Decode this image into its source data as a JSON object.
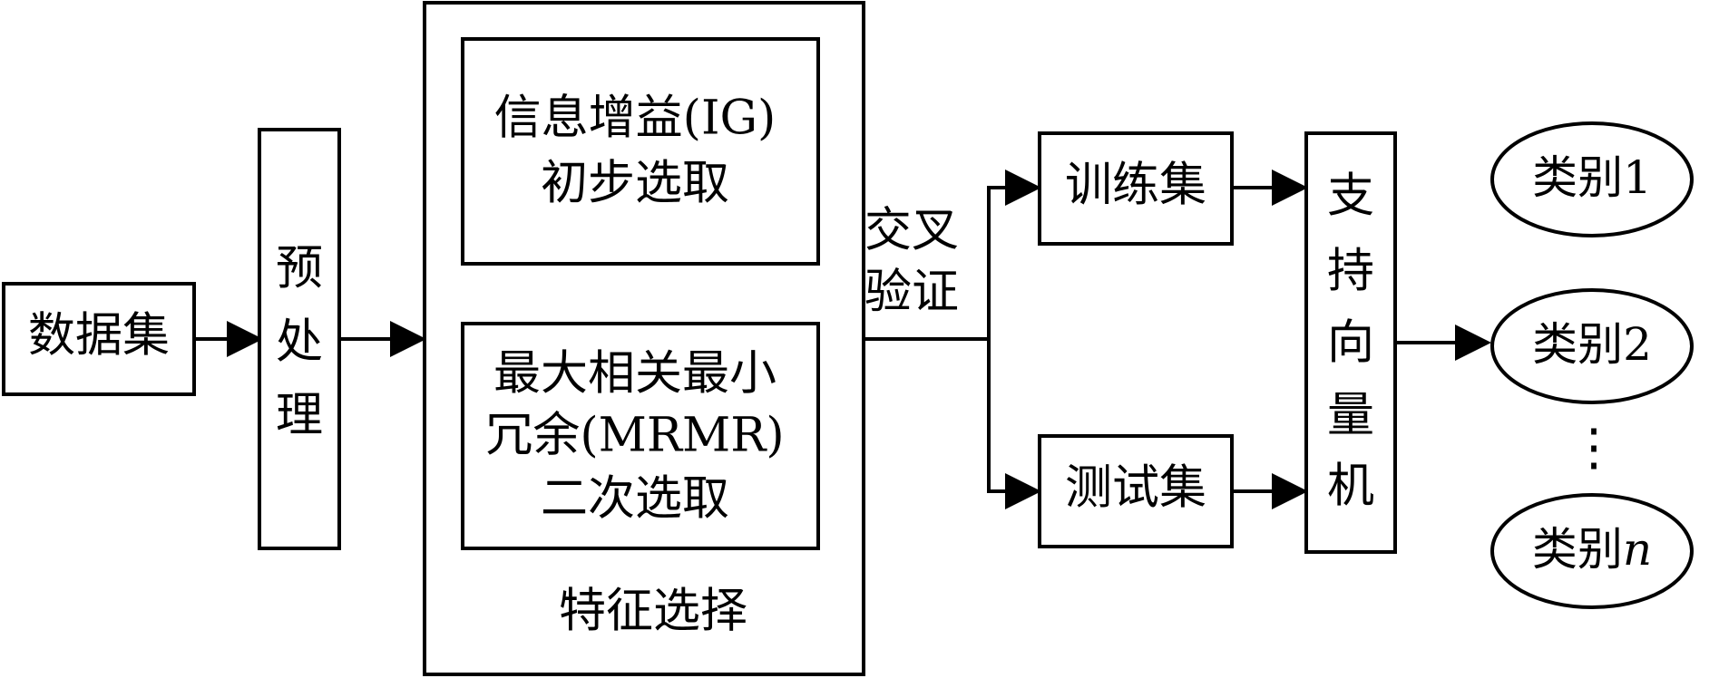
{
  "nodes": {
    "dataset": "数据集",
    "preprocess": [
      "预",
      "处",
      "理"
    ],
    "ig": [
      "信息增益(IG)",
      "初步选取"
    ],
    "mrmr": [
      "最大相关最小",
      "冗余(MRMR)",
      "二次选取"
    ],
    "feature_selection": "特征选择",
    "cross_validation": [
      "交叉",
      "验证"
    ],
    "train_set": "训练集",
    "test_set": "测试集",
    "svm": [
      "支",
      "持",
      "向",
      "量",
      "机"
    ],
    "class1": "类别1",
    "class2": "类别2",
    "classn_prefix": "类别",
    "classn_var": "n",
    "ellipsis": "⋮"
  }
}
